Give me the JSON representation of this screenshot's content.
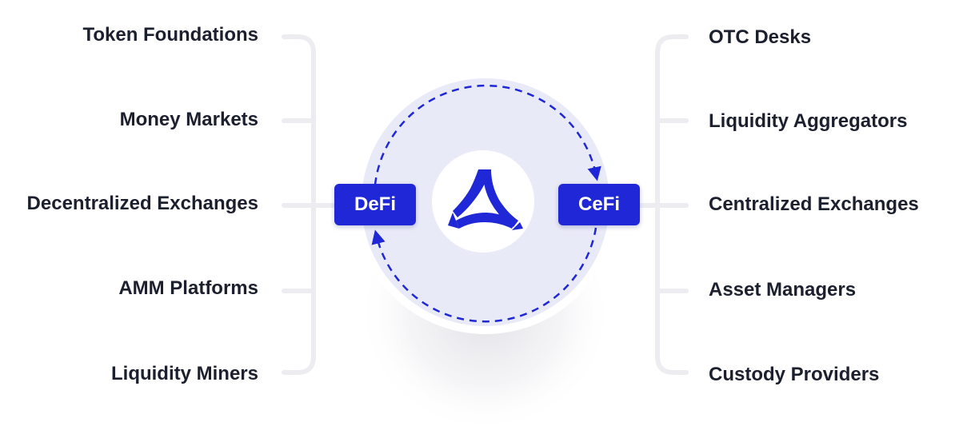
{
  "left_group": {
    "items": [
      {
        "label": "Token Foundations"
      },
      {
        "label": "Money Markets"
      },
      {
        "label": "Decentralized Exchanges"
      },
      {
        "label": "AMM Platforms"
      },
      {
        "label": "Liquidity Miners"
      }
    ]
  },
  "right_group": {
    "items": [
      {
        "label": "OTC Desks"
      },
      {
        "label": "Liquidity Aggregators"
      },
      {
        "label": "Centralized Exchanges"
      },
      {
        "label": "Asset Managers"
      },
      {
        "label": "Custody Providers"
      }
    ]
  },
  "center": {
    "defi_label": "DeFi",
    "cefi_label": "CeFi",
    "logo_icon": "tri-blade-logo-icon"
  },
  "colors": {
    "accent": "#1f27d6",
    "circle_fill": "#e9eaf8",
    "bracket": "#ededf1",
    "text": "#1b1f2e"
  }
}
